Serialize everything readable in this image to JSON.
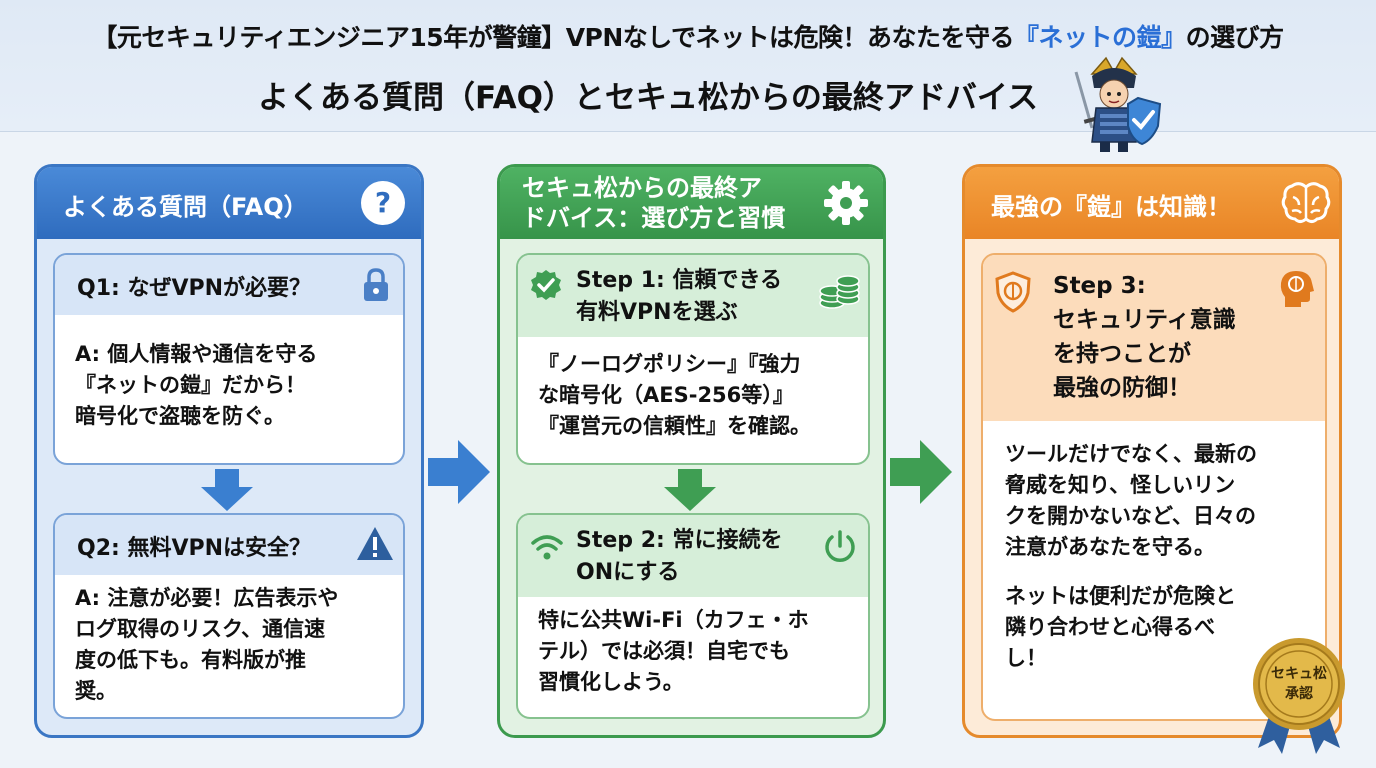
{
  "header": {
    "title_part1": "【元セキュリティエンジニア15年が警鐘】VPNなしでネットは危険！あなたを守る",
    "title_highlight": "『ネットの鎧』",
    "title_part2": "の選び方",
    "subtitle": "よくある質問（FAQ）とセキュ松からの最終アドバイス"
  },
  "faq_panel": {
    "title": "よくある質問（FAQ）",
    "q1": {
      "question": "Q1: なぜVPNが必要？",
      "answer_lines": [
        "A: 個人情報や通信を守る",
        "『ネットの鎧』だから！",
        "暗号化で盗聴を防ぐ。"
      ]
    },
    "q2": {
      "question": "Q2: 無料VPNは安全？",
      "answer_lines": [
        "A: 注意が必要！広告表示や",
        "ログ取得のリスク、通信速",
        "度の低下も。有料版が推",
        "奨。"
      ]
    }
  },
  "advice_panel": {
    "title_lines": [
      "セキュ松からの最終ア",
      "ドバイス：選び方と習慣"
    ],
    "step1": {
      "title_lines": [
        "Step 1: 信頼できる",
        "有料VPNを選ぶ"
      ],
      "body_lines": [
        "『ノーログポリシー』『強力",
        "な暗号化（AES-256等）』",
        "『運営元の信頼性』を確認。"
      ]
    },
    "step2": {
      "title_lines": [
        "Step 2: 常に接続を",
        "ONにする"
      ],
      "body_lines": [
        "特に公共Wi-Fi（カフェ・ホ",
        "テル）では必須！自宅でも",
        "習慣化しよう。"
      ]
    }
  },
  "knowledge_panel": {
    "title": "最強の『鎧』は知識！",
    "step3": {
      "title_lines": [
        "Step 3:",
        "セキュリティ意識",
        "を持つことが",
        "最強の防御！"
      ],
      "body1_lines": [
        "ツールだけでなく、最新の",
        "脅威を知り、怪しいリン",
        "クを開かないなど、日々の",
        "注意があなたを守る。"
      ],
      "body2_lines": [
        "ネットは便利だが危険と",
        "隣り合わせと心得るべ",
        "し！"
      ]
    }
  },
  "badge": {
    "line1": "セキュ松",
    "line2": "承認"
  },
  "colors": {
    "blue": "#3a76c4",
    "green": "#3c9a4e",
    "orange": "#e58a2c",
    "highlight": "#2a6fd6"
  },
  "icons": [
    "question-icon",
    "lock-icon",
    "warning-icon",
    "gear-icon",
    "check-shield-icon",
    "coins-icon",
    "wifi-icon",
    "power-icon",
    "brain-icon",
    "brain-shield-icon",
    "brain-head-icon",
    "samurai-mascot-icon",
    "approval-badge-icon"
  ]
}
